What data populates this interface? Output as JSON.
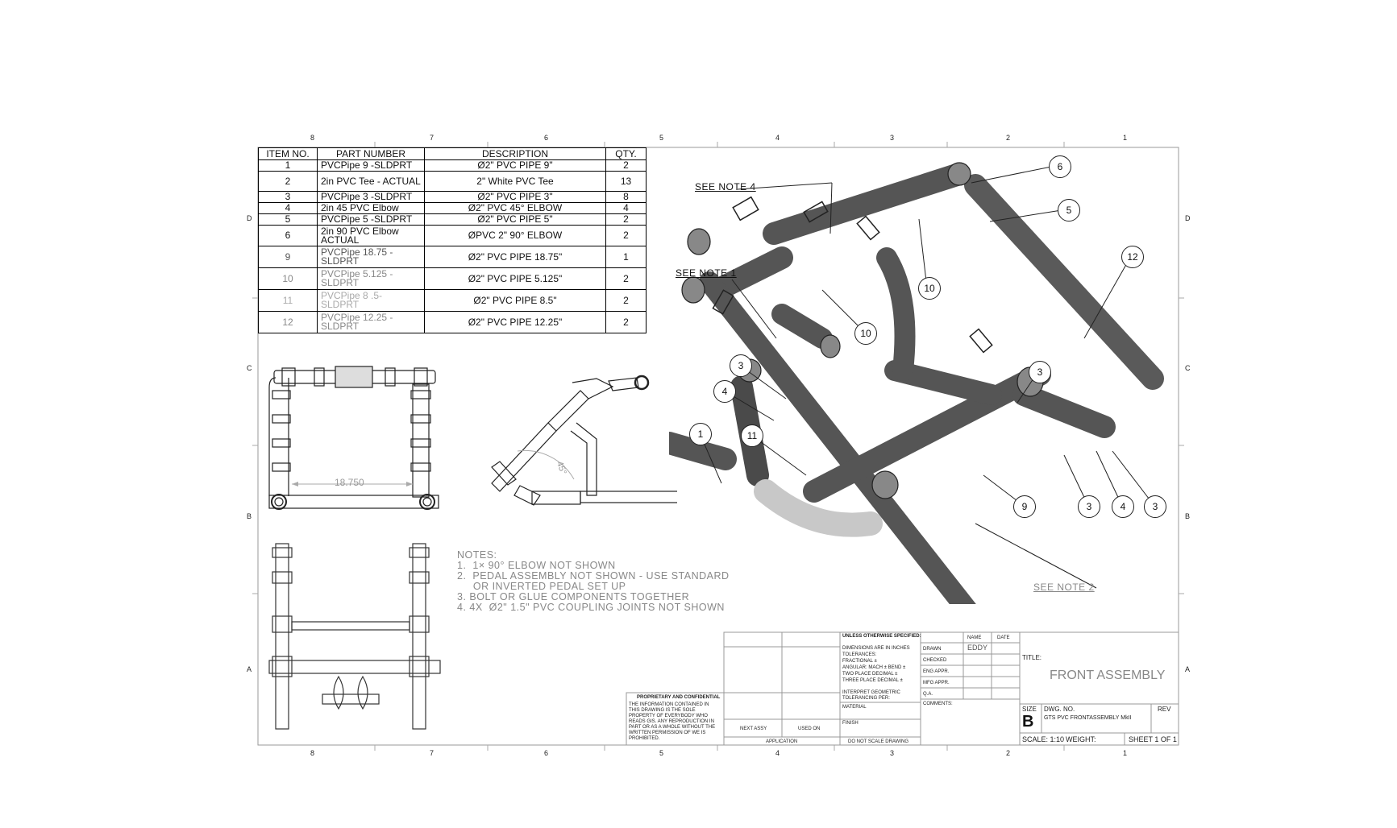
{
  "zones": {
    "columns": [
      "8",
      "7",
      "6",
      "5",
      "4",
      "3",
      "2",
      "1"
    ],
    "rows": [
      "D",
      "C",
      "B",
      "A"
    ]
  },
  "bom": {
    "headers": [
      "ITEM NO.",
      "PART NUMBER",
      "DESCRIPTION",
      "QTY."
    ],
    "rows": [
      {
        "item": "1",
        "part": "PVCPipe 9 -SLDPRT",
        "desc": "Ø2\" PVC PIPE 9\"",
        "qty": "2"
      },
      {
        "item": "2",
        "part": "2in PVC Tee - ACTUAL",
        "desc": "2\" White PVC Tee",
        "qty": "13"
      },
      {
        "item": "3",
        "part": "PVCPipe 3 -SLDPRT",
        "desc": "Ø2\" PVC PIPE 3\"",
        "qty": "8"
      },
      {
        "item": "4",
        "part": "2in 45 PVC Elbow",
        "desc": "Ø2\" PVC 45° ELBOW",
        "qty": "4"
      },
      {
        "item": "5",
        "part": "PVCPipe 5 -SLDPRT",
        "desc": "Ø2\" PVC PIPE 5\"",
        "qty": "2"
      },
      {
        "item": "6",
        "part": "2in 90 PVC Elbow ACTUAL",
        "desc": "ØPVC 2\" 90° ELBOW",
        "qty": "2"
      },
      {
        "item": "9",
        "part": "PVCPipe 18.75 - SLDPRT",
        "desc": "Ø2\" PVC PIPE 18.75\"",
        "qty": "1"
      },
      {
        "item": "10",
        "part": "PVCPipe 5.125 - SLDPRT",
        "desc": "Ø2\" PVC PIPE 5.125\"",
        "qty": "2"
      },
      {
        "item": "11",
        "part": "PVCPipe 8 .5- SLDPRT",
        "desc": "Ø2\" PVC PIPE 8.5\"",
        "qty": "2"
      },
      {
        "item": "12",
        "part": "PVCPipe 12.25 - SLDPRT",
        "desc": "Ø2\" PVC PIPE 12.25\"",
        "qty": "2"
      }
    ]
  },
  "dimensions": {
    "front_width": "18.750",
    "side_angle": "45°"
  },
  "notes": {
    "title": "NOTES:",
    "items": [
      "1.  1× 90° ELBOW NOT SHOWN",
      "2.  PEDAL ASSEMBLY NOT SHOWN - USE STANDARD",
      "     OR INVERTED PEDAL SET UP",
      "3. BOLT OR GLUE COMPONENTS TOGETHER",
      "4. 4X  Ø2\" 1.5\" PVC COUPLING JOINTS NOT SHOWN"
    ]
  },
  "callouts": {
    "note4": "SEE NOTE 4",
    "note1": "SEE NOTE 1",
    "note2": "SEE NOTE 2"
  },
  "balloons": [
    "6",
    "5",
    "10",
    "10",
    "12",
    "3",
    "3",
    "4",
    "1",
    "11",
    "9",
    "3",
    "4",
    "3"
  ],
  "title_block": {
    "proprietary_title": "PROPRIETARY AND CONFIDENTIAL",
    "proprietary_text": "THE INFORMATION CONTAINED IN THIS DRAWING IS THE SOLE PROPERTY OF EVERYBODY WHO READS GIS. ANY REPRODUCTION IN PART OR AS A WHOLE WITHOUT THE WRITTEN PERMISSION OF WE IS PROHIBITED.",
    "next_assy": "NEXT ASSY",
    "used_on": "USED ON",
    "application": "APPLICATION",
    "do_not_scale": "DO NOT SCALE DRAWING",
    "unless": "UNLESS OTHERWISE SPECIFIED:",
    "dims_lines": [
      "DIMENSIONS ARE IN INCHES",
      "TOLERANCES:",
      "FRACTIONAL ±",
      "ANGULAR: MACH ±   BEND ±",
      "TWO PLACE DECIMAL   ±",
      "THREE PLACE DECIMAL  ±"
    ],
    "interpret": "INTERPRET GEOMETRIC TOLERANCING PER:",
    "material": "MATERIAL",
    "finish": "FINISH",
    "name_hdr": "NAME",
    "date_hdr": "DATE",
    "drawn": "DRAWN",
    "drawn_by": "EDDY",
    "checked": "CHECKED",
    "eng_appr": "ENG APPR.",
    "mfg_appr": "MFG APPR.",
    "qa": "Q.A.",
    "comments": "COMMENTS:",
    "title_lbl": "TITLE:",
    "title": "FRONT ASSEMBLY",
    "size_lbl": "SIZE",
    "size": "B",
    "dwg_no_lbl": "DWG.  NO.",
    "dwg_no": "GTS PVC FRONTASSEMBLY MkII",
    "rev_lbl": "REV",
    "scale": "SCALE: 1:10",
    "weight": "WEIGHT:",
    "sheet": "SHEET 1 OF 1"
  },
  "colors": {
    "pipe_dark": "#5a5a5a",
    "pipe_mid": "#8a8a8a",
    "pipe_light": "#c8c8c8",
    "line": "#000000",
    "note_gray": "#888888"
  }
}
